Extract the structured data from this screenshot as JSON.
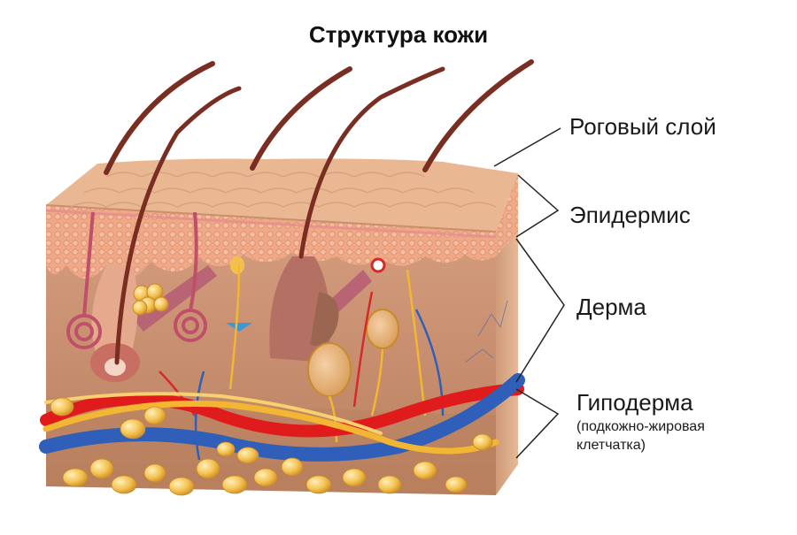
{
  "title": "Структура кожи",
  "labels": {
    "stratum_corneum": "Роговый слой",
    "epidermis": "Эпидермис",
    "dermis": "Дерма",
    "hypodermis": "Гиподерма",
    "hypodermis_note_line1": "(подкожно-жировая",
    "hypodermis_note_line2": "клетчатка)"
  },
  "colors": {
    "surface": "#e9b893",
    "epidermis": "#f0a987",
    "dermis": "#c99070",
    "side_face": "#d9a683",
    "artery": "#e01b1b",
    "vein": "#2f5fb8",
    "nerve": "#f2b632",
    "fat": "#f3c152",
    "hair": "#7a2e22"
  }
}
